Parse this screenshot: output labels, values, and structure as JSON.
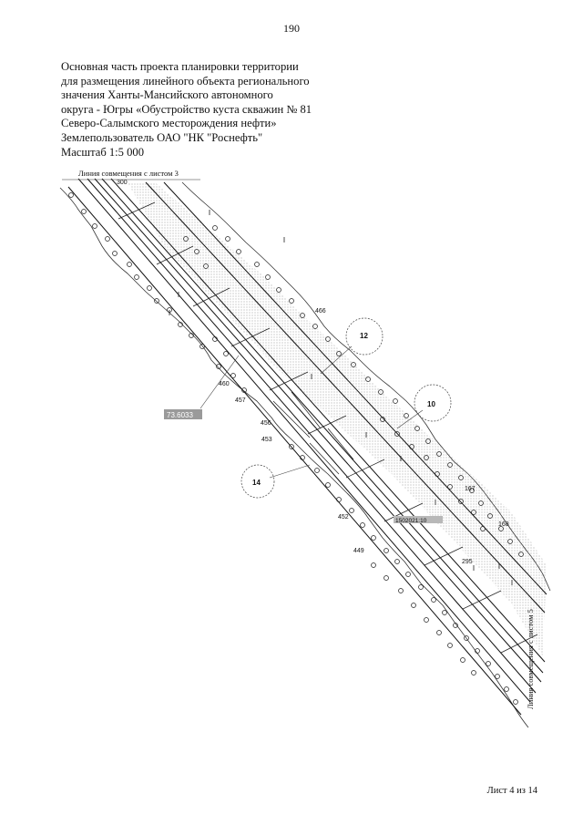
{
  "page_number": "190",
  "title_lines": [
    "Основная часть проекта планировки территории",
    "для размещения линейного объекта регионального",
    "значения Ханты-Мансийского автономного",
    "округа - Югры «Обустройство куста скважин № 81",
    "Северо-Салымского месторождения нефти»",
    "Землепользователь ОАО \"НК \"Роснефть\"",
    "Масштаб 1:5 000"
  ],
  "map": {
    "match_line_top": "Линия совмещения с листом 3",
    "match_line_right": "Линия совмещения с листом 5",
    "top_number": "300",
    "callouts": [
      "12",
      "10",
      "14"
    ],
    "area_label": "73.6033",
    "small_label": "1502021:10",
    "point_labels": [
      "466",
      "460",
      "457",
      "456",
      "453",
      "452",
      "449",
      "167",
      "168",
      "295"
    ]
  },
  "footer": {
    "sheet_label": "Лист 4 из 14"
  }
}
